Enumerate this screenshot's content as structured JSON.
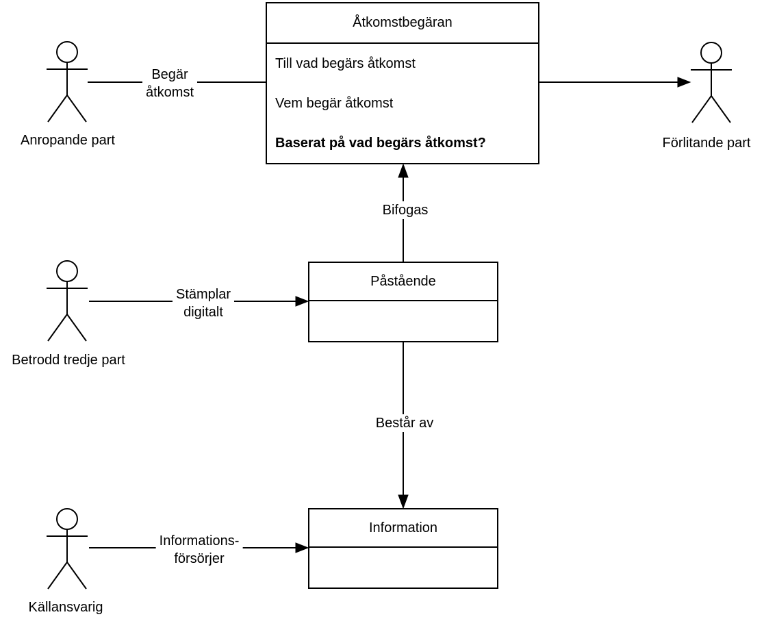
{
  "colors": {
    "stroke": "#000000",
    "background": "#ffffff"
  },
  "actors": {
    "anropande": {
      "label": "Anropande part"
    },
    "betrodd": {
      "label": "Betrodd tredje part"
    },
    "kallansvarig": {
      "label": "Källansvarig"
    },
    "forlitande": {
      "label": "Förlitande part"
    }
  },
  "boxes": {
    "atkomstbegaran": {
      "title": "Åtkomstbegäran",
      "rows": [
        "Till vad begärs åtkomst",
        "Vem begär åtkomst",
        "Baserat på vad begärs åtkomst?"
      ]
    },
    "pastaende": {
      "title": "Påstående"
    },
    "information": {
      "title": "Information"
    }
  },
  "edges": {
    "begar_atkomst": {
      "label": "Begär\nåtkomst"
    },
    "bifogas": {
      "label": "Bifogas"
    },
    "stamplar_digitalt": {
      "label": "Stämplar\ndigitalt"
    },
    "bestar_av": {
      "label": "Består av"
    },
    "informationsforsorjer": {
      "label": "Informations-\nförsörjer"
    }
  }
}
